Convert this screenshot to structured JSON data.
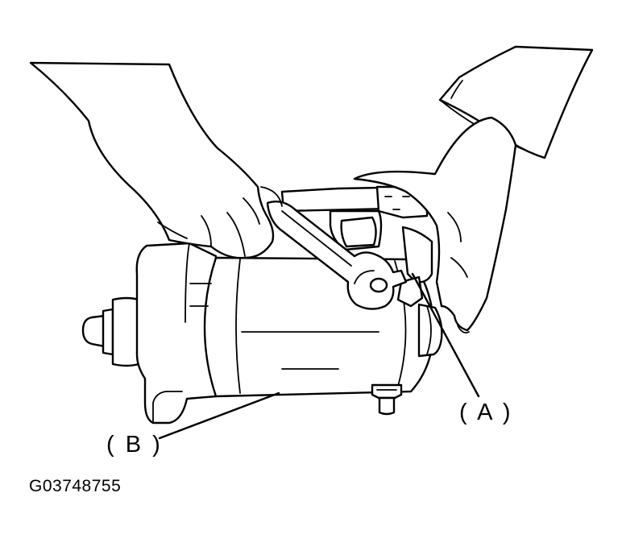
{
  "callouts": {
    "a": "( A )",
    "b": "( B )"
  },
  "figure_code": "G03748755",
  "colors": {
    "line": "#000000",
    "background": "#ffffff"
  }
}
